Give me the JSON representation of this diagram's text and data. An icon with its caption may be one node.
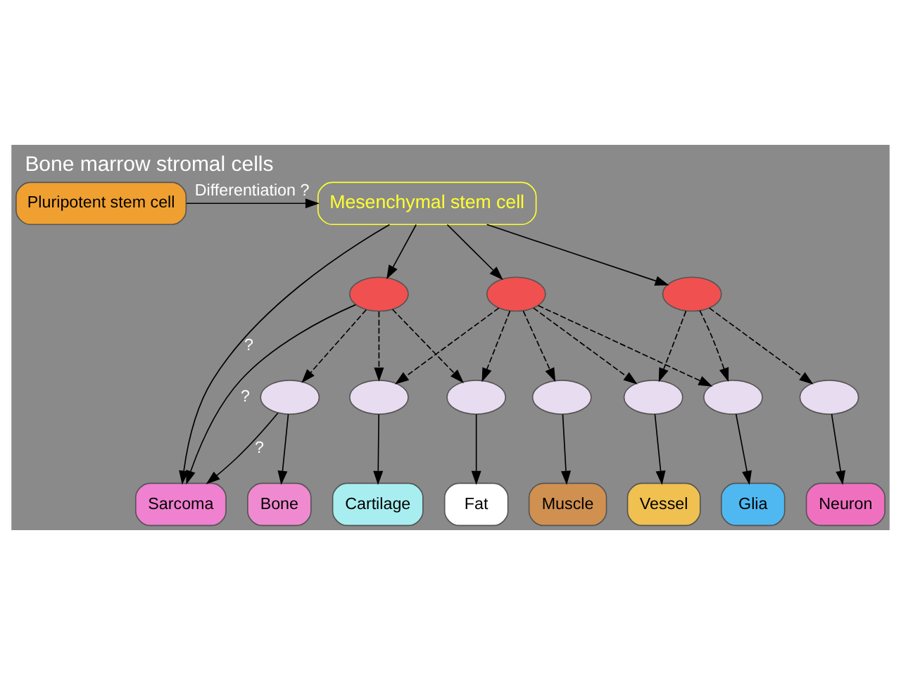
{
  "diagram": {
    "title": "Bone marrow stromal cells",
    "nodes": [
      {
        "text": [
          "Sarcoma"
        ]
      },
      {
        "text": [
          "Mesenchymal stem cell"
        ]
      },
      {
        "text": [
          "Pluripotent stem cell"
        ]
      },
      {
        "text": [],
        "shape": "ellipse"
      },
      {
        "text": [],
        "shape": "ellipse"
      },
      {
        "text": [],
        "shape": "ellipse"
      },
      {
        "text": [],
        "shape": "ellipse"
      },
      {
        "text": [],
        "shape": "ellipse"
      },
      {
        "text": [],
        "shape": "ellipse"
      },
      {
        "text": [],
        "shape": "ellipse"
      },
      {
        "text": [],
        "shape": "ellipse"
      },
      {
        "text": [],
        "shape": "ellipse"
      },
      {
        "text": [],
        "shape": "ellipse"
      },
      {
        "text": [
          "Bone"
        ]
      },
      {
        "text": [
          "Cartilage"
        ]
      },
      {
        "text": [
          "Fat"
        ]
      },
      {
        "text": [
          "Muscle"
        ]
      },
      {
        "text": [
          "Vessel"
        ]
      },
      {
        "text": [
          "Glia"
        ]
      },
      {
        "text": [
          "Neuron"
        ]
      }
    ],
    "edges": [
      {
        "from": 2,
        "to": 1,
        "arrow": "to",
        "label": "Differentiation ?"
      },
      {
        "from": 1,
        "to": 0,
        "arrow": "to",
        "label": "?"
      },
      {
        "from": 1,
        "to": 3,
        "arrow": "to"
      },
      {
        "from": 1,
        "to": 4,
        "arrow": "to"
      },
      {
        "from": 1,
        "to": 5,
        "arrow": "to"
      },
      {
        "from": 3,
        "to": 0,
        "arrow": "to",
        "label": "?"
      },
      {
        "from": 6,
        "to": 0,
        "arrow": "to",
        "label": "?"
      },
      {
        "from": 3,
        "to": 6,
        "arrow": "to",
        "style": "dashed"
      },
      {
        "from": 3,
        "to": 7,
        "arrow": "to",
        "style": "dashed"
      },
      {
        "from": 3,
        "to": 8,
        "arrow": "to",
        "style": "dashed"
      },
      {
        "from": 4,
        "to": 7,
        "arrow": "to",
        "style": "dashed"
      },
      {
        "from": 4,
        "to": 8,
        "arrow": "to",
        "style": "dashed"
      },
      {
        "from": 4,
        "to": 9,
        "arrow": "to",
        "style": "dashed"
      },
      {
        "from": 4,
        "to": 10,
        "arrow": "to",
        "style": "dashed"
      },
      {
        "from": 4,
        "to": 11,
        "arrow": "to",
        "style": "dashed"
      },
      {
        "from": 5,
        "to": 10,
        "arrow": "to",
        "style": "dashed"
      },
      {
        "from": 5,
        "to": 11,
        "arrow": "to",
        "style": "dashed"
      },
      {
        "from": 5,
        "to": 12,
        "arrow": "to",
        "style": "dashed"
      },
      {
        "from": 6,
        "to": 13,
        "arrow": "to"
      },
      {
        "from": 7,
        "to": 14,
        "arrow": "to"
      },
      {
        "from": 8,
        "to": 15,
        "arrow": "to"
      },
      {
        "from": 9,
        "to": 16,
        "arrow": "to"
      },
      {
        "from": 10,
        "to": 17,
        "arrow": "to"
      },
      {
        "from": 11,
        "to": 18,
        "arrow": "to"
      },
      {
        "from": 12,
        "to": 19,
        "arrow": "to"
      }
    ]
  }
}
